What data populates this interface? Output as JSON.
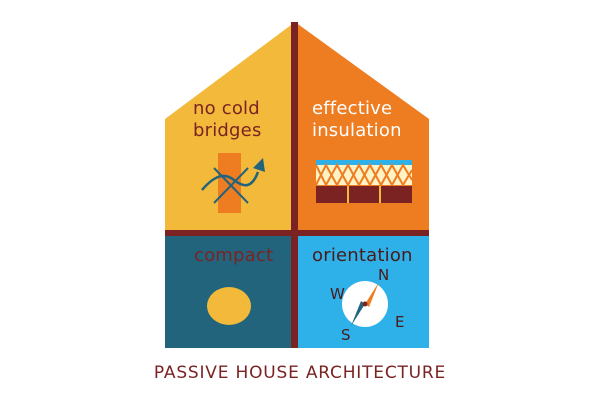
{
  "labels": {
    "no_cold_bridges": "no cold\nbridges",
    "effective_insulation": "effective\ninsulation",
    "compact": "compact",
    "orientation": "orientation"
  },
  "compass": {
    "n": "N",
    "w": "W",
    "e": "E",
    "s": "S"
  },
  "caption": "PASSIVE HOUSE ARCHITECTURE",
  "colors": {
    "quadrant_top_left": "#f2b93b",
    "quadrant_top_right": "#ee7d22",
    "quadrant_bottom_left": "#21647c",
    "quadrant_bottom_right": "#2eb1e8",
    "divider": "#7b2323",
    "accent_orange": "#ee7d22",
    "accent_teal": "#21647c",
    "sun_yellow": "#f2b93b"
  }
}
